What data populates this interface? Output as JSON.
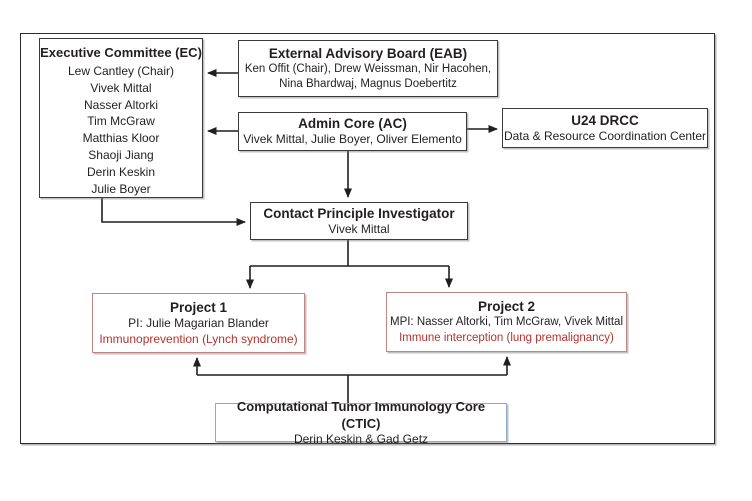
{
  "diagram": {
    "executive_committee": {
      "title": "Executive Committee (EC)",
      "members": [
        "Lew Cantley (Chair)",
        "Vivek Mittal",
        "Nasser Altorki",
        "Tim McGraw",
        "Matthias Kloor",
        "Shaoji Jiang",
        "Derin Keskin",
        "Julie Boyer"
      ]
    },
    "external_advisory_board": {
      "title": "External Advisory Board (EAB)",
      "members_line1": "Ken Offit (Chair), Drew Weissman, Nir Hacohen,",
      "members_line2": "Nina Bhardwaj, Magnus Doebertitz"
    },
    "admin_core": {
      "title": "Admin Core (AC)",
      "members_line": "Vivek Mittal, Julie Boyer, Oliver Elemento"
    },
    "u24_drcc": {
      "title": "U24 DRCC",
      "subtitle": "Data & Resource Coordination Center"
    },
    "contact_pi": {
      "title": "Contact Principle Investigator",
      "subtitle": "Vivek Mittal"
    },
    "project1": {
      "title": "Project 1",
      "pi_line": "PI: Julie Magarian Blander",
      "focus_line": "Immunoprevention (Lynch syndrome)"
    },
    "project2": {
      "title": "Project 2",
      "pi_line": "MPI: Nasser Altorki, Tim McGraw, Vivek Mittal",
      "focus_line": "Immune interception (lung premalignancy)"
    },
    "ctic": {
      "title": "Computational Tumor Immunology Core (CTIC)",
      "subtitle": "Derin Keskin & Gad Getz"
    },
    "colors": {
      "accent_red_text": "#b5332e",
      "project_border": "#bf8683",
      "ctic_border": "#8cabca",
      "line_color": "#1f1f1f"
    }
  }
}
